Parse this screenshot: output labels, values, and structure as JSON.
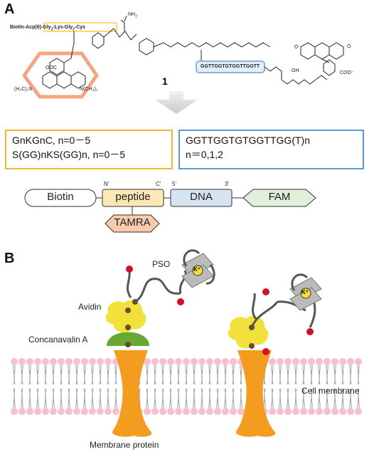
{
  "panel_a": {
    "label": "A",
    "compound_number": "1",
    "structure_labels": {
      "biotin_peptide": "Biotin-Acp(6)-Gly",
      "gly_sub": "2",
      "lys": "-Lys-Gly",
      "gly_sub2": "2",
      "cys": "-Cys",
      "nh2": "NH",
      "nh2_sub": "2",
      "dna_seq": "GGTTGGTGTGGTTGGTT",
      "tamra_coo": "OOC",
      "tamra_left": "(H₃C)₂N",
      "tamra_right": "N(CH₃)₂",
      "fam_coo": "COO⁻",
      "fam_o_minus": "O⁻",
      "oh": "OH",
      "o_label": "O"
    },
    "box_left": {
      "line1": "GnKGnC, n=0－5",
      "line2": "S(GG)nKS(GG)n, n=0－5",
      "color": "#f5b731"
    },
    "box_right": {
      "line1": "GGTTGGTGTGGTTGG(T)n",
      "line2": "n＝0,1,2",
      "color": "#5b9bd5"
    },
    "schematic": {
      "biotin": "Biotin",
      "peptide": "peptide",
      "dna": "DNA",
      "fam": "FAM",
      "tamra": "TAMRA",
      "n_prime": "N'",
      "c_prime": "C'",
      "five_prime": "5'",
      "three_prime": "3'"
    },
    "colors": {
      "peptide_fill": "#fce7b7",
      "dna_fill": "#d6e4f2",
      "fam_fill": "#e2efda",
      "tamra_fill": "#f8cbad",
      "tamra_hex_stroke": "#f4a582"
    }
  },
  "panel_b": {
    "label": "B",
    "labels": {
      "pso": "PSO",
      "avidin": "Avidin",
      "concanavalin": "Concanavalin A",
      "cell_membrane": "Cell membrane",
      "membrane_protein": "Membrane protein",
      "k_ion": "K⁺"
    },
    "colors": {
      "protein": "#f39c1f",
      "avidin": "#f2e13a",
      "concanavalin": "#6aa834",
      "lipid_head": "#f7bfcf",
      "red_dot": "#d0112b",
      "brown_dot": "#6b4a2b"
    }
  }
}
